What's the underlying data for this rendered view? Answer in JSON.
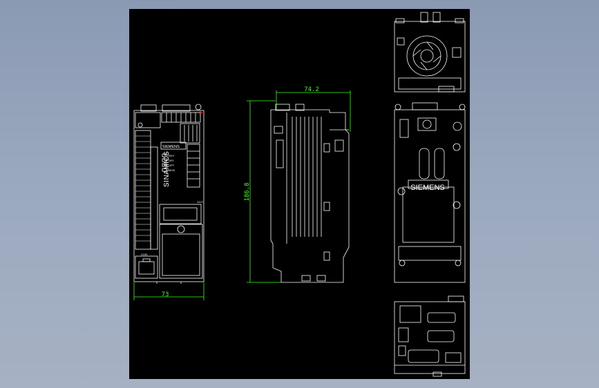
{
  "dimensions": {
    "width_label": "73",
    "depth_label": "74.2",
    "height_label": "186.8"
  },
  "labels": {
    "brand_vertical": "SINAMICS",
    "brand_plate_front": "SIEMENS",
    "brand_plate_side": "SIEMENS",
    "port_x127": "X127",
    "port_x150": "X150",
    "leds": [
      "RDY",
      "DP1",
      "OPT",
      "MOD"
    ]
  },
  "colors": {
    "background": "#000000",
    "outline": "#ffffff",
    "dimension": "#39ff14",
    "accent": "#ff2020",
    "frame": "#a6b1c3"
  }
}
